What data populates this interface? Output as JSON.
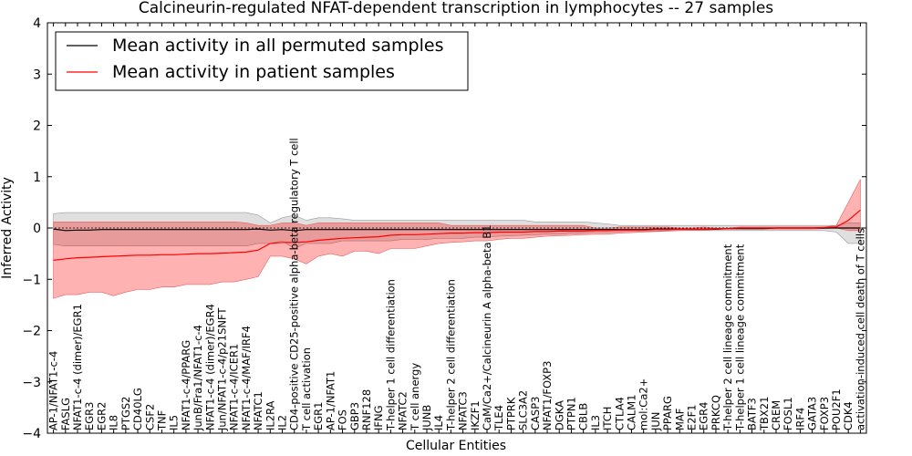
{
  "chart_data": {
    "type": "line",
    "title": "Calcineurin-regulated NFAT-dependent transcription in lymphocytes -- 27 samples",
    "xlabel": "Cellular Entities",
    "ylabel": "Inferred Activity",
    "ylim": [
      -4,
      4
    ],
    "yticks": [
      -4,
      -3,
      -2,
      -1,
      0,
      1,
      2,
      3,
      4
    ],
    "grid": false,
    "legend_position": "top-left",
    "categories": [
      "AP-1/NFAT1-c-4",
      "FASLG",
      "NFAT1-c-4 (dimer)/EGR1",
      "EGR3",
      "EGR2",
      "IL8",
      "PTGS2",
      "CD40LG",
      "CSF2",
      "TNF",
      "IL5",
      "NFAT1-c-4/PPARG",
      "JunB/Fra1/NFAT1-c-4",
      "NFAT1-c-4 (dimer)/EGR4",
      "Jun/NFAT1-c-4/p21SNFT",
      "NFAT1-c-4/ICER1",
      "NFAT1-c-4/MAF/IRF4",
      "NFATC1",
      "IL2RA",
      "IL2",
      "CD4-positive CD25-positive alpha-beta regulatory T cell",
      "T cell activation",
      "EGR1",
      "AP-1/NFAT1",
      "FOS",
      "GBP3",
      "RNF128",
      "IFNG",
      "T-helper 1 cell differentiation",
      "NFATC2",
      "T cell anergy",
      "JUNB",
      "IL4",
      "T-helper 2 cell differentiation",
      "NFATC3",
      "IKZF1",
      "CaM/Ca2+/Calcineurin A alpha-beta B1",
      "TLE4",
      "PTPRK",
      "SLC3A2",
      "CASP3",
      "NFAT1/FOXP3",
      "DGKA",
      "PTPN1",
      "CBLB",
      "IL3",
      "ITCH",
      "CTLA4",
      "CALM1",
      "mol:Ca2+",
      "JUN",
      "PPARG",
      "MAF",
      "E2F1",
      "EGR4",
      "PRKCQ",
      "T-helper 2 cell lineage commitment",
      "T-helper 1 cell lineage commitment",
      "BATF3",
      "TBX21",
      "CREM",
      "FOSL1",
      "IRF4",
      "GATA3",
      "FOXP3",
      "POU2F1",
      "CDK4",
      "activation-induced cell death of T cells"
    ],
    "series": [
      {
        "name": "Mean activity in all permuted samples",
        "color": "#000000",
        "values": [
          -0.02,
          -0.05,
          -0.04,
          -0.04,
          -0.03,
          -0.03,
          -0.03,
          -0.03,
          -0.03,
          -0.03,
          -0.03,
          -0.03,
          -0.03,
          -0.03,
          -0.03,
          -0.03,
          -0.03,
          -0.02,
          -0.04,
          -0.03,
          -0.05,
          -0.03,
          -0.03,
          -0.03,
          -0.03,
          -0.03,
          -0.03,
          -0.03,
          -0.03,
          -0.03,
          -0.03,
          -0.03,
          -0.03,
          -0.03,
          -0.03,
          -0.03,
          -0.03,
          -0.03,
          -0.03,
          -0.03,
          -0.03,
          -0.03,
          -0.03,
          -0.03,
          -0.03,
          -0.03,
          -0.03,
          -0.03,
          -0.03,
          -0.03,
          -0.02,
          -0.02,
          -0.02,
          -0.02,
          -0.02,
          -0.02,
          -0.01,
          -0.01,
          -0.01,
          -0.01,
          0.0,
          0.0,
          0.0,
          0.0,
          0.0,
          0.0,
          0.0,
          0.0
        ],
        "band_upper": [
          0.28,
          0.3,
          0.3,
          0.3,
          0.3,
          0.3,
          0.3,
          0.3,
          0.3,
          0.3,
          0.3,
          0.3,
          0.3,
          0.3,
          0.3,
          0.3,
          0.3,
          0.25,
          0.1,
          0.2,
          0.25,
          0.15,
          0.2,
          0.2,
          0.18,
          0.15,
          0.15,
          0.15,
          0.15,
          0.15,
          0.15,
          0.15,
          0.15,
          0.15,
          0.15,
          0.15,
          0.15,
          0.15,
          0.15,
          0.15,
          0.12,
          0.12,
          0.12,
          0.12,
          0.12,
          0.1,
          0.08,
          0.05,
          0.05,
          0.05,
          0.05,
          0.05,
          0.05,
          0.05,
          0.05,
          0.05,
          0.05,
          0.05,
          0.05,
          0.05,
          0.05,
          0.05,
          0.05,
          0.05,
          0.05,
          0.05,
          0.1,
          0.1
        ],
        "band_lower": [
          -0.32,
          -0.35,
          -0.35,
          -0.35,
          -0.35,
          -0.35,
          -0.35,
          -0.35,
          -0.35,
          -0.35,
          -0.35,
          -0.35,
          -0.35,
          -0.35,
          -0.35,
          -0.35,
          -0.35,
          -0.3,
          -0.3,
          -0.25,
          -0.4,
          -0.3,
          -0.3,
          -0.3,
          -0.25,
          -0.25,
          -0.25,
          -0.25,
          -0.25,
          -0.22,
          -0.22,
          -0.22,
          -0.2,
          -0.2,
          -0.2,
          -0.18,
          -0.18,
          -0.16,
          -0.15,
          -0.14,
          -0.13,
          -0.12,
          -0.12,
          -0.1,
          -0.1,
          -0.08,
          -0.08,
          -0.07,
          -0.06,
          -0.06,
          -0.06,
          -0.05,
          -0.05,
          -0.05,
          -0.05,
          -0.05,
          -0.05,
          -0.05,
          -0.05,
          -0.05,
          -0.05,
          -0.05,
          -0.05,
          -0.05,
          -0.05,
          -0.08,
          -0.3,
          -0.3
        ]
      },
      {
        "name": "Mean activity in patient samples",
        "color": "#ff0000",
        "values": [
          -0.63,
          -0.6,
          -0.58,
          -0.57,
          -0.56,
          -0.55,
          -0.54,
          -0.53,
          -0.53,
          -0.52,
          -0.52,
          -0.51,
          -0.5,
          -0.5,
          -0.49,
          -0.48,
          -0.47,
          -0.43,
          -0.3,
          -0.28,
          -0.28,
          -0.27,
          -0.24,
          -0.22,
          -0.2,
          -0.19,
          -0.18,
          -0.17,
          -0.14,
          -0.13,
          -0.13,
          -0.12,
          -0.11,
          -0.1,
          -0.1,
          -0.09,
          -0.09,
          -0.08,
          -0.08,
          -0.08,
          -0.07,
          -0.07,
          -0.06,
          -0.06,
          -0.06,
          -0.05,
          -0.05,
          -0.04,
          -0.04,
          -0.04,
          -0.03,
          -0.03,
          -0.02,
          -0.02,
          -0.02,
          -0.01,
          -0.01,
          0.0,
          0.0,
          0.0,
          0.0,
          0.0,
          0.0,
          0.0,
          0.01,
          0.02,
          0.15,
          0.35
        ],
        "band_upper": [
          0.12,
          0.12,
          0.12,
          0.12,
          0.12,
          0.12,
          0.12,
          0.12,
          0.12,
          0.12,
          0.12,
          0.12,
          0.12,
          0.12,
          0.12,
          0.12,
          0.1,
          0.05,
          0.05,
          0.1,
          0.1,
          0.05,
          0.1,
          0.1,
          0.1,
          0.1,
          0.1,
          0.1,
          0.1,
          0.1,
          0.1,
          0.1,
          0.1,
          0.05,
          0.05,
          0.05,
          0.05,
          0.05,
          0.05,
          0.05,
          0.05,
          0.05,
          0.05,
          0.05,
          0.05,
          0.0,
          0.0,
          0.02,
          0.02,
          0.02,
          0.02,
          0.02,
          0.0,
          0.0,
          0.02,
          0.0,
          0.0,
          0.02,
          0.02,
          0.02,
          0.02,
          0.02,
          0.02,
          0.02,
          0.02,
          0.05,
          0.5,
          0.95
        ],
        "band_lower": [
          -1.37,
          -1.3,
          -1.3,
          -1.25,
          -1.25,
          -1.32,
          -1.25,
          -1.2,
          -1.2,
          -1.15,
          -1.15,
          -1.1,
          -1.1,
          -1.1,
          -1.05,
          -1.05,
          -1.0,
          -0.95,
          -0.55,
          -0.55,
          -0.6,
          -0.7,
          -0.55,
          -0.5,
          -0.55,
          -0.45,
          -0.45,
          -0.5,
          -0.4,
          -0.4,
          -0.4,
          -0.35,
          -0.3,
          -0.28,
          -0.27,
          -0.25,
          -0.25,
          -0.22,
          -0.2,
          -0.2,
          -0.18,
          -0.16,
          -0.15,
          -0.14,
          -0.13,
          -0.12,
          -0.12,
          -0.1,
          -0.09,
          -0.08,
          -0.07,
          -0.06,
          -0.05,
          -0.04,
          -0.04,
          -0.03,
          -0.02,
          -0.02,
          -0.02,
          -0.02,
          -0.02,
          -0.02,
          -0.02,
          -0.02,
          -0.01,
          0.0,
          -0.05,
          -0.05
        ]
      }
    ]
  }
}
